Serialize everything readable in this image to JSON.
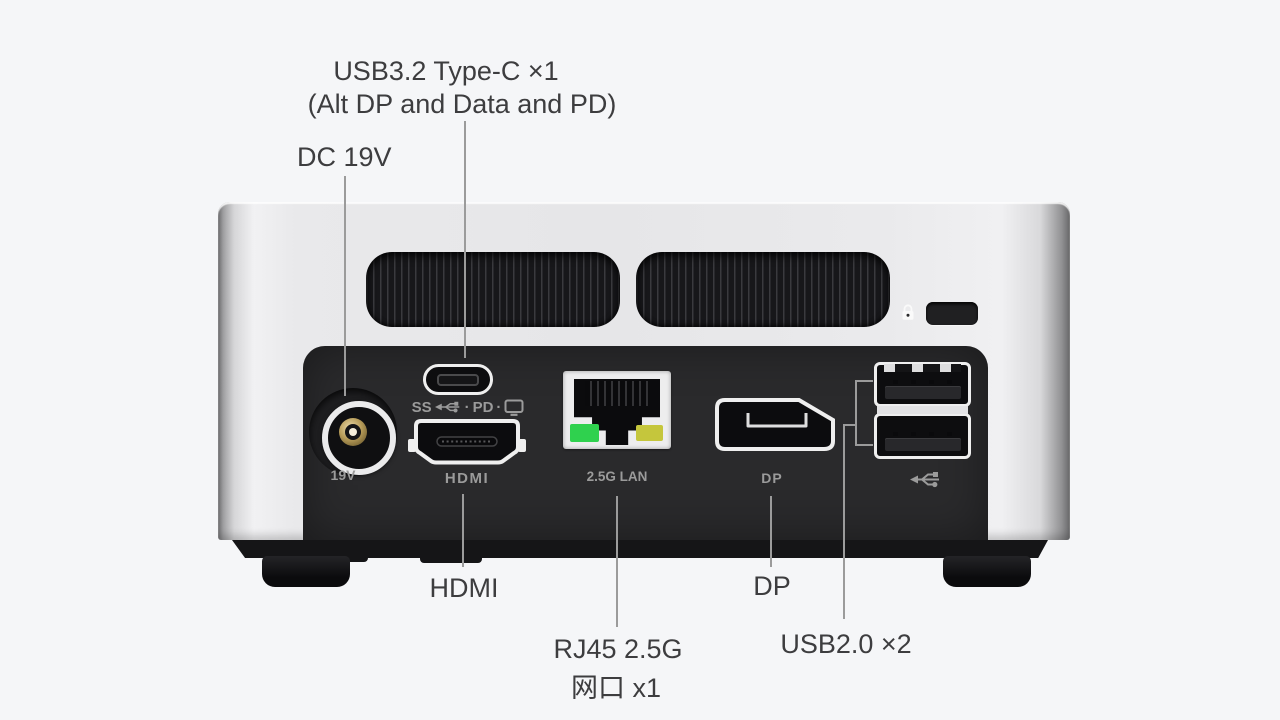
{
  "colors": {
    "background": "#f5f6f8",
    "callout_text": "#3d3d3f",
    "leader_line": "#9b9b9b",
    "panel_black": "#2a2a2c",
    "panel_label": "#9b9b9b",
    "port_outline": "#efefef",
    "led_green": "#2fd14e",
    "led_yellow": "#c5c63c"
  },
  "callouts": {
    "typec_line1": "USB3.2 Type-C ×1",
    "typec_line2": "(Alt DP and Data and PD)",
    "dc": "DC 19V",
    "hdmi": "HDMI",
    "dp": "DP",
    "rj45_line1": "RJ45 2.5G",
    "rj45_line2": "网口 x1",
    "usb2": "USB2.0 ×2"
  },
  "panel_labels": {
    "dc_voltage": "19V",
    "hdmi": "HDMI",
    "lan": "2.5G LAN",
    "dp": "DP",
    "usbc_ss": "SS",
    "usbc_pd": "PD",
    "usbc_sep": "·"
  },
  "icons": {
    "padlock": "padlock-icon",
    "kensington_slot": "kensington-lock-slot",
    "usb_trident": "usb-trident-icon",
    "usb_superspeed": "usb-superspeed-trident-icon",
    "display": "display-monitor-icon",
    "dc_symbol": "dc-current-symbol"
  }
}
